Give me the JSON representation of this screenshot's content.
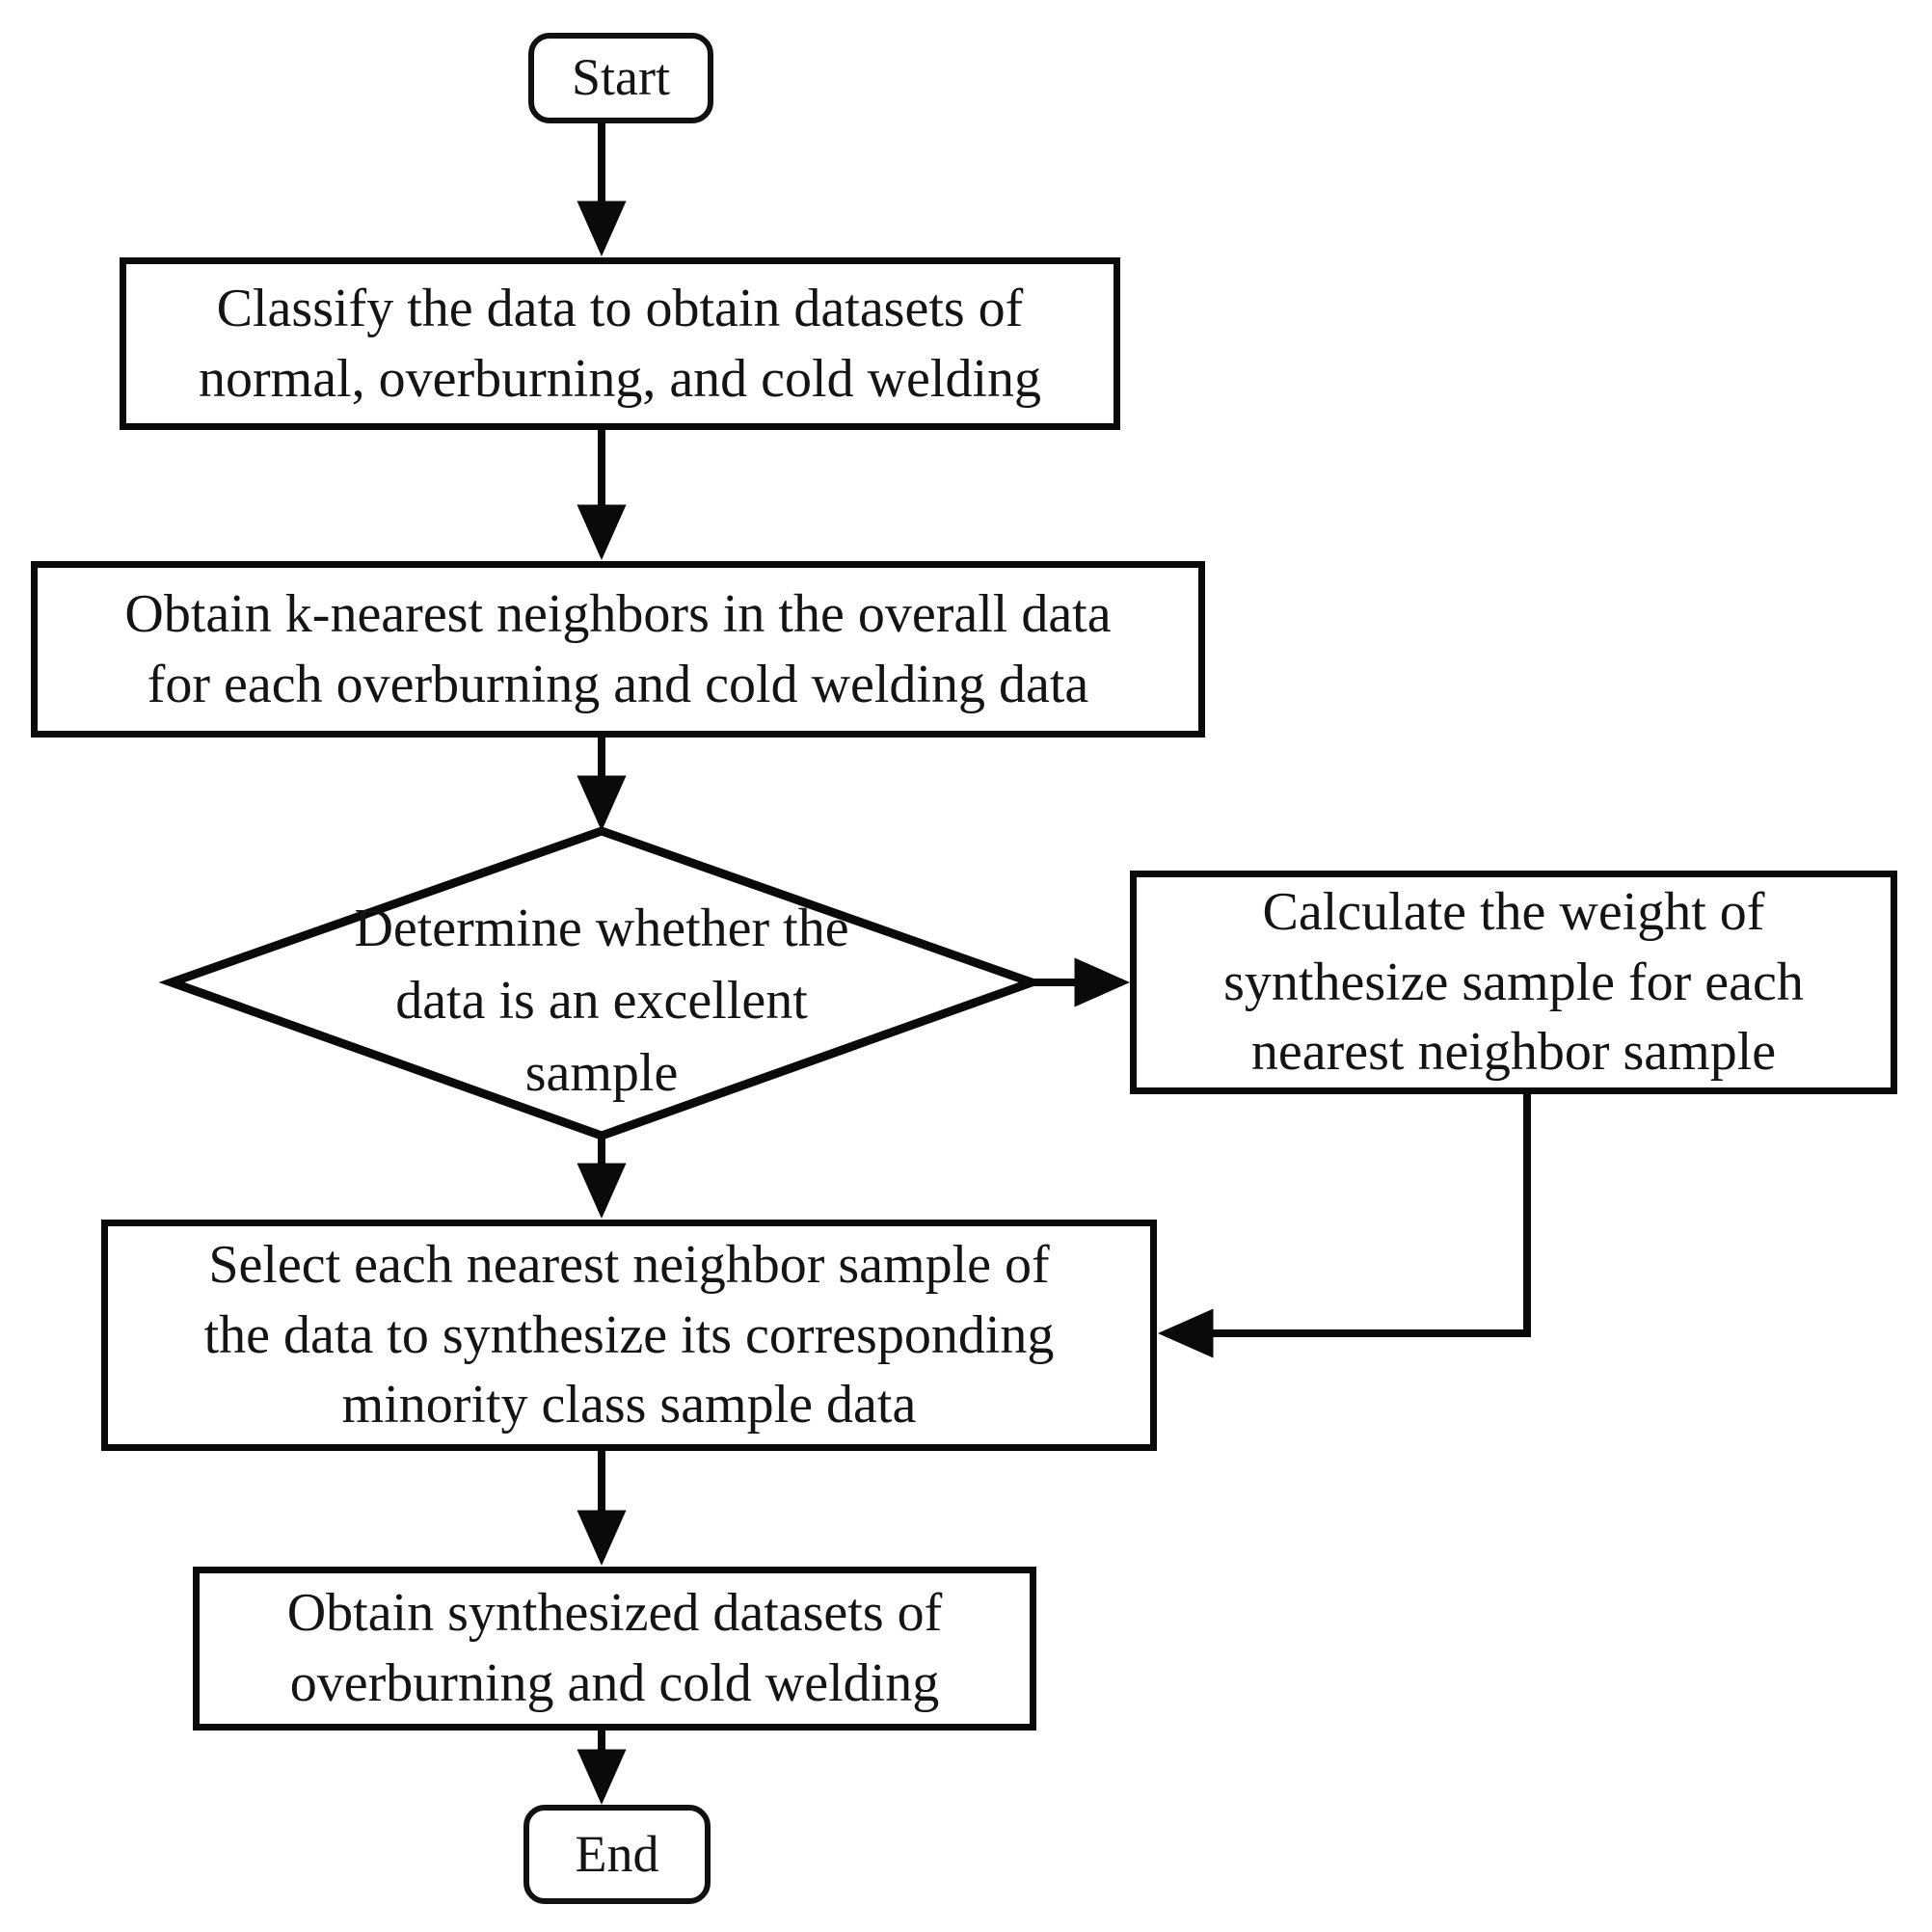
{
  "diagram": {
    "type": "flowchart",
    "title": "Data synthesis flowchart for overburning and cold welding datasets",
    "line_color": "#0a0a0a",
    "text_color": "#141414",
    "background": "#ffffff"
  },
  "nodes": {
    "start": {
      "label": "Start",
      "shape": "terminator"
    },
    "classify": {
      "label": "Classify the data to obtain datasets of\nnormal, overburning, and cold welding",
      "shape": "process"
    },
    "knn": {
      "label": "Obtain k-nearest neighbors in the overall data\nfor each overburning and cold welding data",
      "shape": "process"
    },
    "decision": {
      "label": "Determine whether the\ndata is an excellent\nsample",
      "shape": "decision"
    },
    "calculate_weight": {
      "label": "Calculate the weight of\nsynthesize sample for each\nnearest neighbor sample",
      "shape": "process"
    },
    "select_sample": {
      "label": "Select each nearest neighbor sample of\nthe data to synthesize its corresponding\nminority class sample data",
      "shape": "process"
    },
    "obtain_synth": {
      "label": "Obtain synthesized datasets of\noverburning and cold welding",
      "shape": "process"
    },
    "end": {
      "label": "End",
      "shape": "terminator"
    }
  },
  "edges": [
    {
      "name": "start-to-classify",
      "from": "start",
      "to": "classify",
      "label": ""
    },
    {
      "name": "classify-to-knn",
      "from": "classify",
      "to": "knn",
      "label": ""
    },
    {
      "name": "knn-to-decision",
      "from": "knn",
      "to": "decision",
      "label": ""
    },
    {
      "name": "decision-to-calculate-weight",
      "from": "decision",
      "to": "calculate_weight",
      "label": ""
    },
    {
      "name": "decision-to-select-sample",
      "from": "decision",
      "to": "select_sample",
      "label": ""
    },
    {
      "name": "calculate-weight-to-select-sample",
      "from": "calculate_weight",
      "to": "select_sample",
      "label": ""
    },
    {
      "name": "select-sample-to-obtain-synth",
      "from": "select_sample",
      "to": "obtain_synth",
      "label": ""
    },
    {
      "name": "obtain-synth-to-end",
      "from": "obtain_synth",
      "to": "end",
      "label": ""
    }
  ]
}
